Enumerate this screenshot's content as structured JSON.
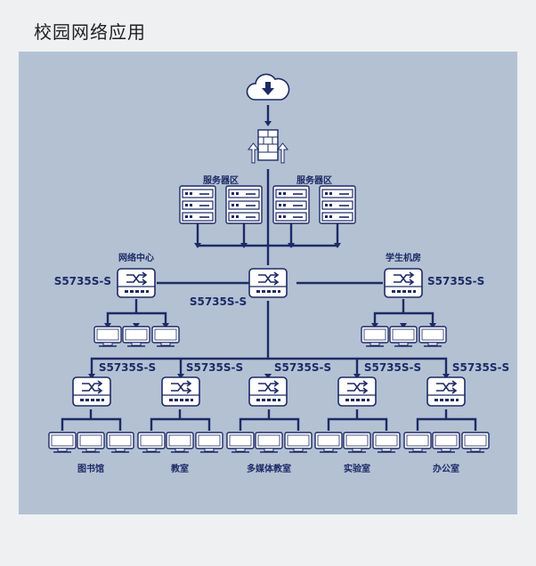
{
  "page": {
    "title": "校园网络应用"
  },
  "labels": {
    "server_zone_left": "服务器区",
    "server_zone_right": "服务器区",
    "network_center": "网络中心",
    "student_lab": "学生机房",
    "library": "图书馆",
    "classroom": "教室",
    "multimedia_classroom": "多媒体教室",
    "laboratory": "实验室",
    "office": "办公室"
  },
  "switch_models": {
    "core": "S5735S-S",
    "network_center": "S5735S-S",
    "student_lab": "S5735S-S",
    "access_1": "S5735S-S",
    "access_2": "S5735S-S",
    "access_3": "S5735S-S",
    "access_4": "S5735S-S",
    "access_5": "S5735S-S"
  },
  "colors": {
    "panel": "#b3c1d3",
    "line": "#1d2a66",
    "device": "#ffffff"
  }
}
